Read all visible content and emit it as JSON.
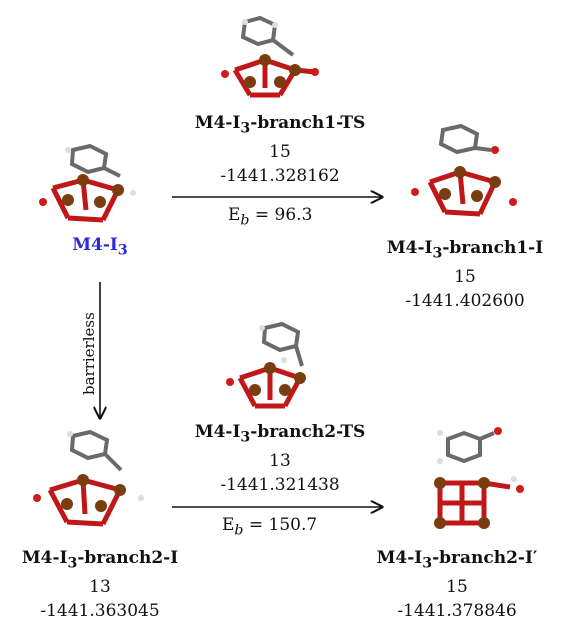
{
  "nodes": {
    "m4_i3": {
      "name_base": "M4-I",
      "name_sub": "3",
      "name_suffix": ""
    },
    "branch1_ts": {
      "name_base": "M4-I",
      "name_sub": "3",
      "name_suffix": "-branch1-TS",
      "mult": "15",
      "energy": "-1441.328162"
    },
    "branch1_i": {
      "name_base": "M4-I",
      "name_sub": "3",
      "name_suffix": "-branch1-I",
      "mult": "15",
      "energy": "-1441.402600"
    },
    "branch2_ts": {
      "name_base": "M4-I",
      "name_sub": "3",
      "name_suffix": "-branch2-TS",
      "mult": "13",
      "energy": "-1441.321438"
    },
    "branch2_i": {
      "name_base": "M4-I",
      "name_sub": "3",
      "name_suffix": "-branch2-I",
      "mult": "13",
      "energy": "-1441.363045"
    },
    "branch2_iprime": {
      "name_base": "M4-I",
      "name_sub": "3",
      "name_suffix": "-branch2-I′",
      "mult": "15",
      "energy": "-1441.378846"
    }
  },
  "edges": {
    "top": {
      "eb_label": "E",
      "eb_sub": "b",
      "eb_value": " = 96.3"
    },
    "vertical": {
      "label": "barrierless"
    },
    "bottom": {
      "eb_label": "E",
      "eb_sub": "b",
      "eb_value": " = 150.7"
    }
  },
  "colors": {
    "atom_fe": "#7a3d10",
    "atom_o": "#d21a1a",
    "bond_c": "#6a6a6a",
    "atom_h": "#e0e0e0",
    "label_highlight": "#2a2ad8"
  }
}
